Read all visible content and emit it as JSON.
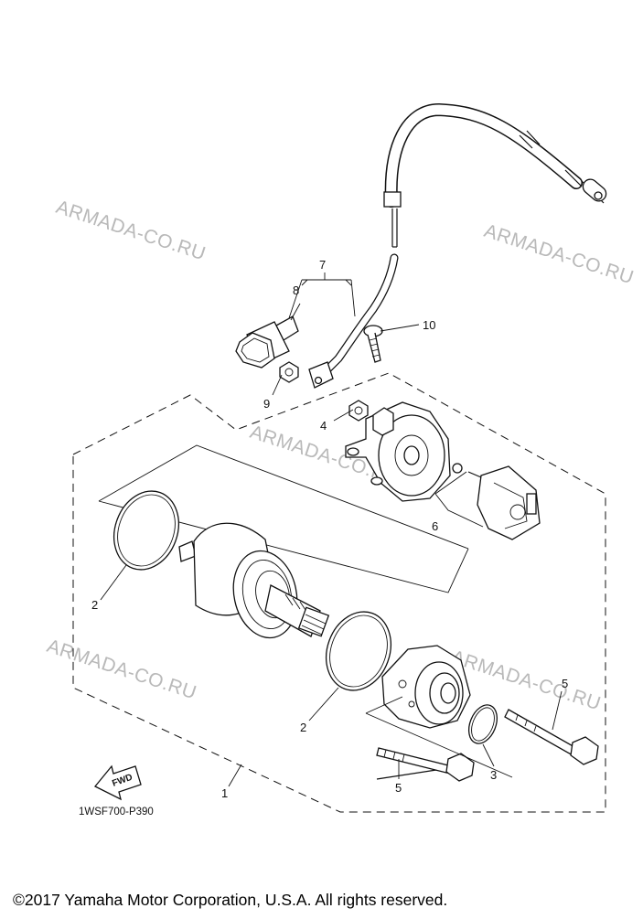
{
  "diagram": {
    "watermark": "ARMADA-CO.RU",
    "callouts": {
      "c1": "1",
      "c2a": "2",
      "c2b": "2",
      "c3": "3",
      "c4": "4",
      "c5a": "5",
      "c5b": "5",
      "c6": "6",
      "c7": "7",
      "c8": "8",
      "c9": "9",
      "c10": "10"
    },
    "fwd_label": "FWD",
    "code": "1WSF700-P390",
    "copyright": "©2017 Yamaha Motor Corporation, U.S.A. All rights reserved."
  }
}
